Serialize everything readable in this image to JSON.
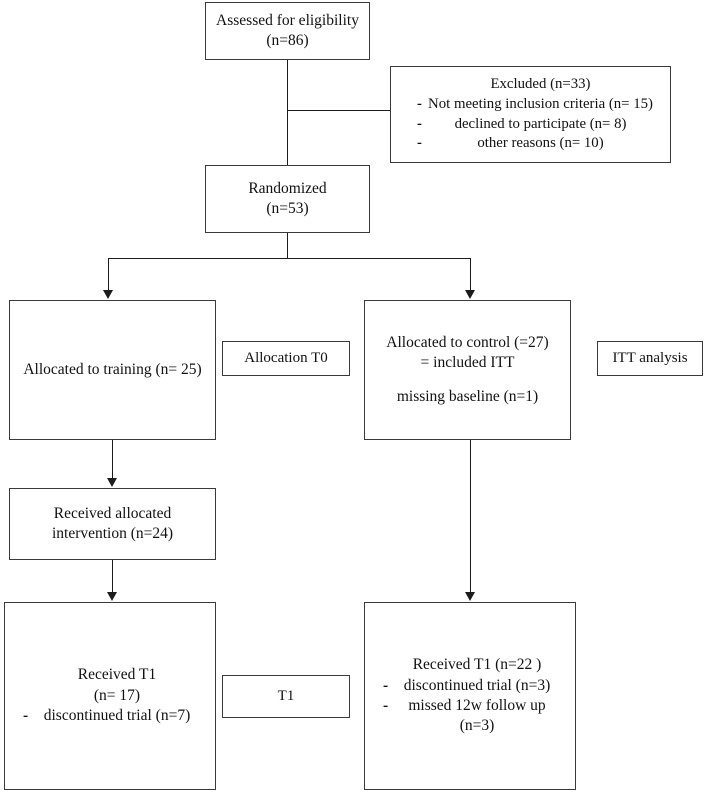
{
  "diagram": {
    "title": "CONSORT participant flow diagram",
    "line_color": "#1c1c1c",
    "box_border_color": "#3a3a3a",
    "background": "#ffffff"
  },
  "nodes": {
    "assessed": {
      "line1": "Assessed for eligibility",
      "line2": "(n=86)"
    },
    "excluded": {
      "heading": "Excluded (n=33)",
      "bullet_marker": "-",
      "items": [
        "Not meeting inclusion criteria (n= 15)",
        "declined to participate (n= 8)",
        "other reasons (n= 10)"
      ]
    },
    "randomized": {
      "line1": "Randomized",
      "line2": "(n=53)"
    },
    "allocated_training": {
      "line1": "Allocated to training (n= 25)"
    },
    "allocation_label": {
      "text": "Allocation T0"
    },
    "allocated_control": {
      "line1": "Allocated to control (=27)",
      "line2": "= included ITT",
      "line3": "missing baseline (n=1)"
    },
    "itt_label": {
      "text": "ITT analysis"
    },
    "received_intervention": {
      "line1": "Received allocated",
      "line2": "intervention (n=24)"
    },
    "t1_label": {
      "text": "T1"
    },
    "received_t1_left": {
      "line1": "Received T1",
      "line2": "(n= 17)",
      "bullet_marker": "-",
      "items": [
        "discontinued trial (n=7)"
      ]
    },
    "received_t1_right": {
      "line1": "Received T1 (n=22 )",
      "bullet_marker": "-",
      "items": [
        "discontinued trial (n=3)",
        "missed 12w follow up"
      ],
      "line_last": "(n=3)"
    }
  }
}
